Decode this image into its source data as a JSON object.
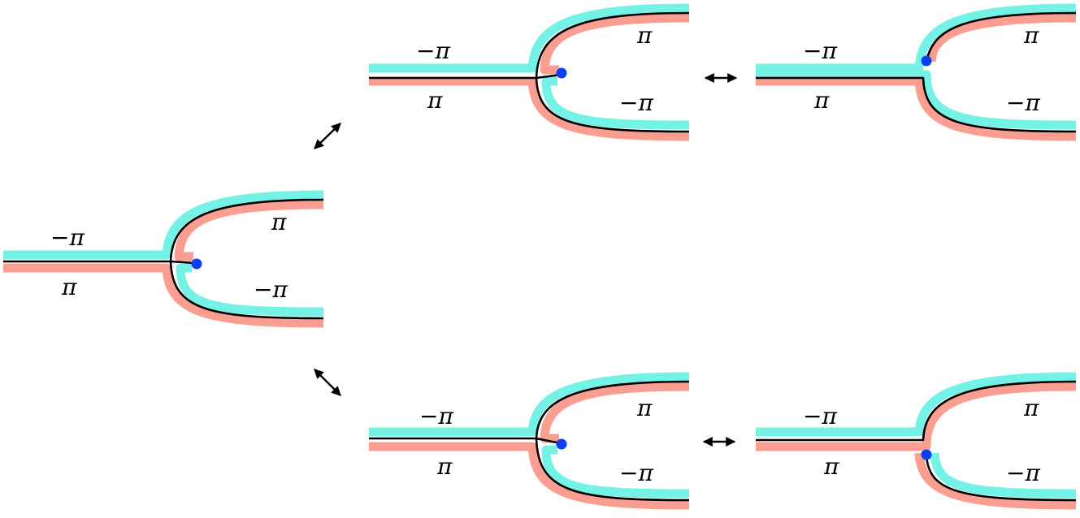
{
  "labels": {
    "neg_pi": "−π",
    "pi": "π"
  },
  "colors": {
    "cyan": "#74f2e6",
    "salmon": "#fa9e91",
    "edge": "#000000",
    "marked_point": "#0b3ff0"
  },
  "panels": [
    {
      "id": "center",
      "variant": "stub-upper-right"
    },
    {
      "id": "top-left",
      "variant": "stub-lower-right"
    },
    {
      "id": "top-right",
      "variant": "point-upper-branch"
    },
    {
      "id": "bottom-left",
      "variant": "stub-lower-right"
    },
    {
      "id": "bottom-right",
      "variant": "point-lower-branch"
    }
  ]
}
